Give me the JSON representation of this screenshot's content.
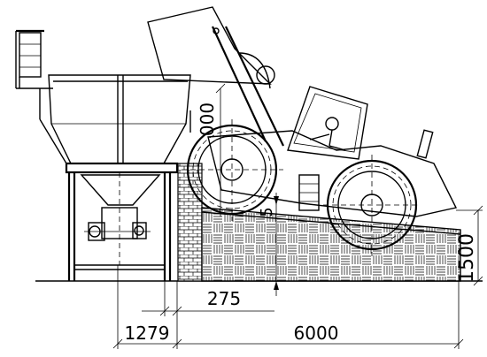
{
  "dimensions": {
    "ramp_height": "1500",
    "ramp_length": "6000",
    "hopper_offset": "1279",
    "wall_gap": "275",
    "clearance_partial": "5",
    "vertical_partial": "000"
  }
}
